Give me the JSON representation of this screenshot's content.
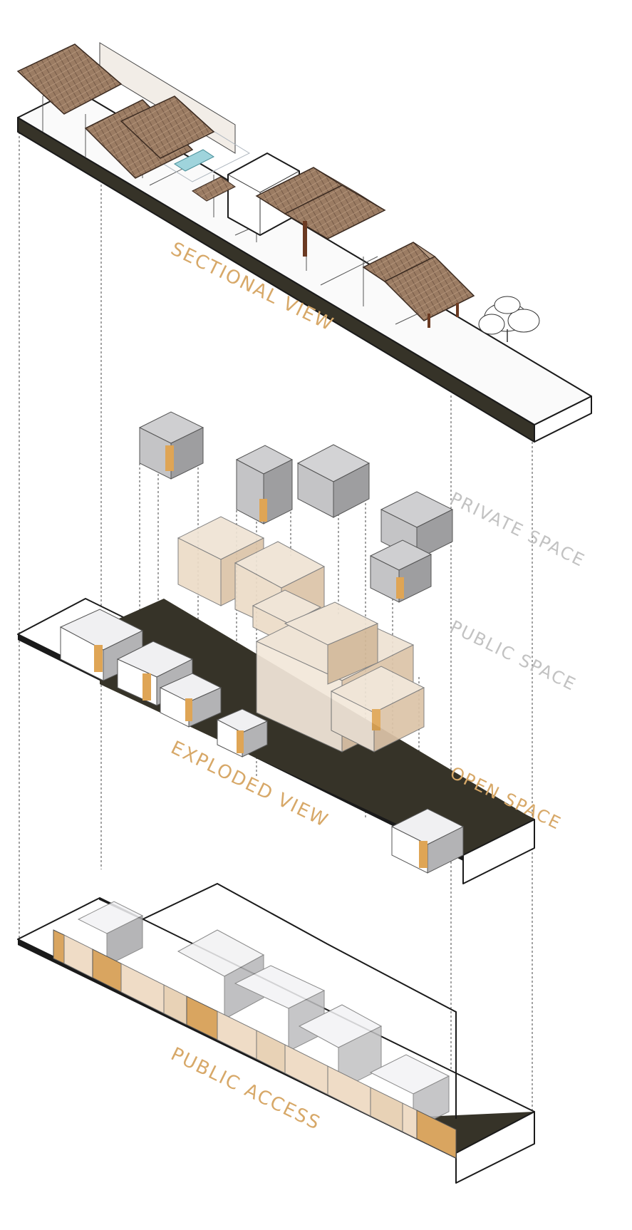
{
  "labels": {
    "sectional_view": "SECTIONAL VIEW",
    "private_space": "PRIVATE SPACE",
    "public_space": "PUBLIC SPACE",
    "exploded_view": "EXPLODED VIEW",
    "open_space": "OPEN SPACE",
    "public_access": "PUBLIC ACCESS"
  },
  "colors": {
    "label_gold": "#d7a868",
    "label_grey": "#c2c2c2",
    "slab_dark": "#363328",
    "roof_brown": "#9a7b62",
    "private_grey": "#b9b9bb",
    "public_tan": "#e9d8c3",
    "door_orange": "#dfa555",
    "white_block": "#f4f4f6"
  }
}
